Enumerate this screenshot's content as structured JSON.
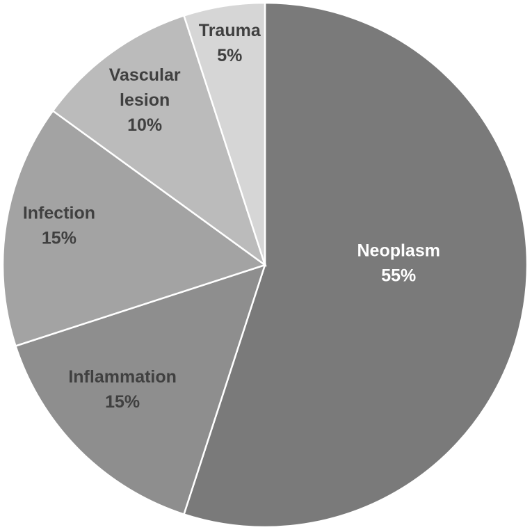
{
  "chart_data": {
    "type": "pie",
    "title": "",
    "start_angle_deg": 0,
    "direction": "clockwise",
    "slices": [
      {
        "category": "Neoplasm",
        "lines": [
          "Neoplasm",
          "55%"
        ],
        "value": 55,
        "color": "#7a7a7a",
        "label_color": "#ffffff"
      },
      {
        "category": "Inflammation",
        "lines": [
          "Inflammation",
          "15%"
        ],
        "value": 15,
        "color": "#8e8e8e",
        "label_color": "#404040"
      },
      {
        "category": "Infection",
        "lines": [
          "Infection",
          "15%"
        ],
        "value": 15,
        "color": "#a3a3a3",
        "label_color": "#404040"
      },
      {
        "category": "Vascular lesion",
        "lines": [
          "Vascular",
          "lesion",
          "10%"
        ],
        "value": 10,
        "color": "#bbbbbb",
        "label_color": "#404040"
      },
      {
        "category": "Trauma",
        "lines": [
          "Trauma",
          "5%"
        ],
        "value": 5,
        "color": "#d6d6d6",
        "label_color": "#404040"
      }
    ]
  }
}
